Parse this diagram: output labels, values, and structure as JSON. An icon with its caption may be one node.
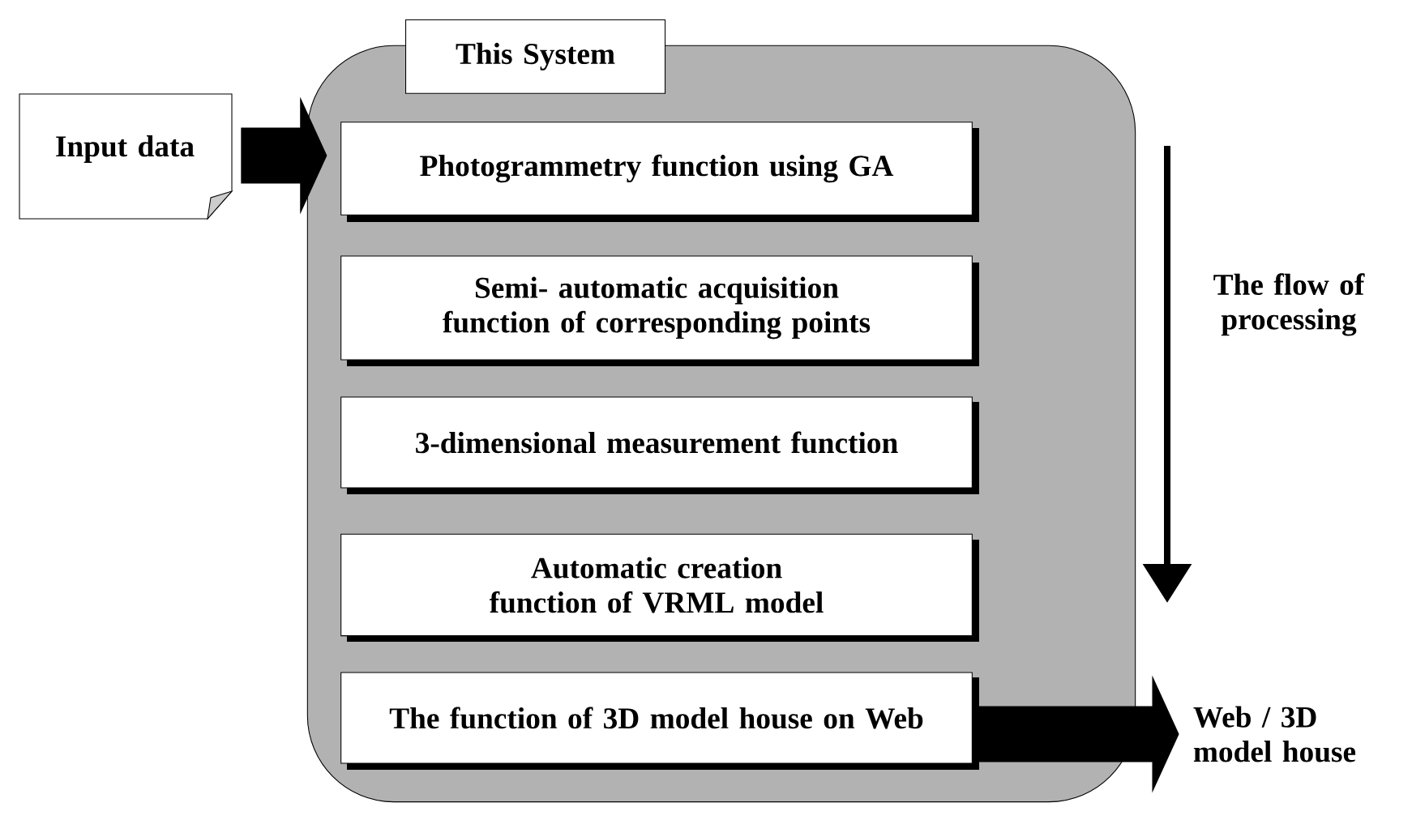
{
  "diagram": {
    "nodes": [
      {
        "text": [
          "This System"
        ]
      },
      {
        "text": [
          "Photogrammetry function using GA"
        ],
        "in": 0
      },
      {
        "text": [
          "Semi- automatic acquisition function of corresponding points"
        ],
        "in": 0
      },
      {
        "text": [
          "3-dimensional measurement function"
        ],
        "in": 0
      },
      {
        "text": [
          "Automatic creation function of VRML model"
        ],
        "in": 0
      },
      {
        "text": [
          "The function of 3D model house on Web"
        ],
        "in": 0
      },
      {
        "text": [
          "Input data"
        ]
      },
      {
        "text": [
          "Web / 3D model house"
        ]
      }
    ],
    "edges": [
      {
        "from": 6,
        "to": 0,
        "arrow": "to"
      },
      {
        "from": 5,
        "to": 7,
        "arrow": "to"
      }
    ],
    "labels": [
      "The flow of processing"
    ]
  }
}
